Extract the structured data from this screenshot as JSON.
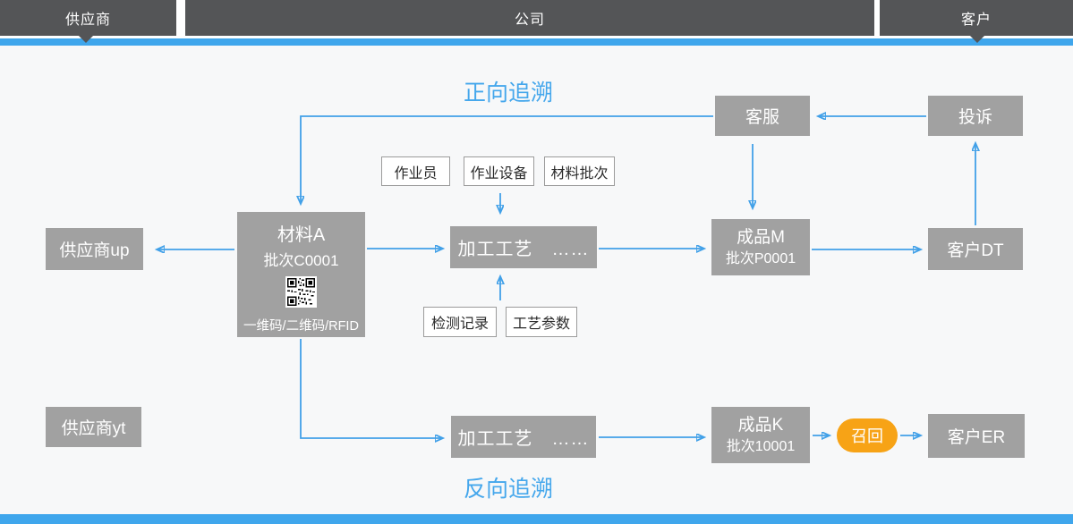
{
  "header": {
    "lanes": [
      {
        "id": "supplier",
        "label": "供应商"
      },
      {
        "id": "company",
        "label": "公司"
      },
      {
        "id": "customer",
        "label": "客户"
      }
    ]
  },
  "labels": {
    "forward_trace": "正向追溯",
    "backward_trace": "反向追溯"
  },
  "nodes": {
    "customer_service": {
      "label": "客服"
    },
    "complaint": {
      "label": "投诉"
    },
    "supplier_up": {
      "label": "供应商up"
    },
    "supplier_yt": {
      "label": "供应商yt"
    },
    "material_a": {
      "title": "材料A",
      "batch": "批次C0001",
      "codes": "一维码/二维码/RFID"
    },
    "process_1": {
      "label": "加工工艺　……"
    },
    "product_m": {
      "title": "成品M",
      "batch": "批次P0001"
    },
    "customer_dt": {
      "label": "客户DT"
    },
    "process_2": {
      "label": "加工工艺　……"
    },
    "product_k": {
      "title": "成品K",
      "batch": "批次10001"
    },
    "recall": {
      "label": "召回"
    },
    "customer_er": {
      "label": "客户ER"
    }
  },
  "tags": {
    "operator": {
      "label": "作业员"
    },
    "equipment": {
      "label": "作业设备"
    },
    "material_batch": {
      "label": "材料批次"
    },
    "inspection_record": {
      "label": "检测记录"
    },
    "process_parameter": {
      "label": "工艺参数"
    }
  },
  "colors": {
    "header_bar": "#545557",
    "accent_blue": "#3fa6ec",
    "arrow_blue": "#41a0e8",
    "flow_title_blue": "#45a7ec",
    "node_gray": "#a1a1a1",
    "recall_orange": "#f7a316",
    "background": "#f7f8f9"
  }
}
